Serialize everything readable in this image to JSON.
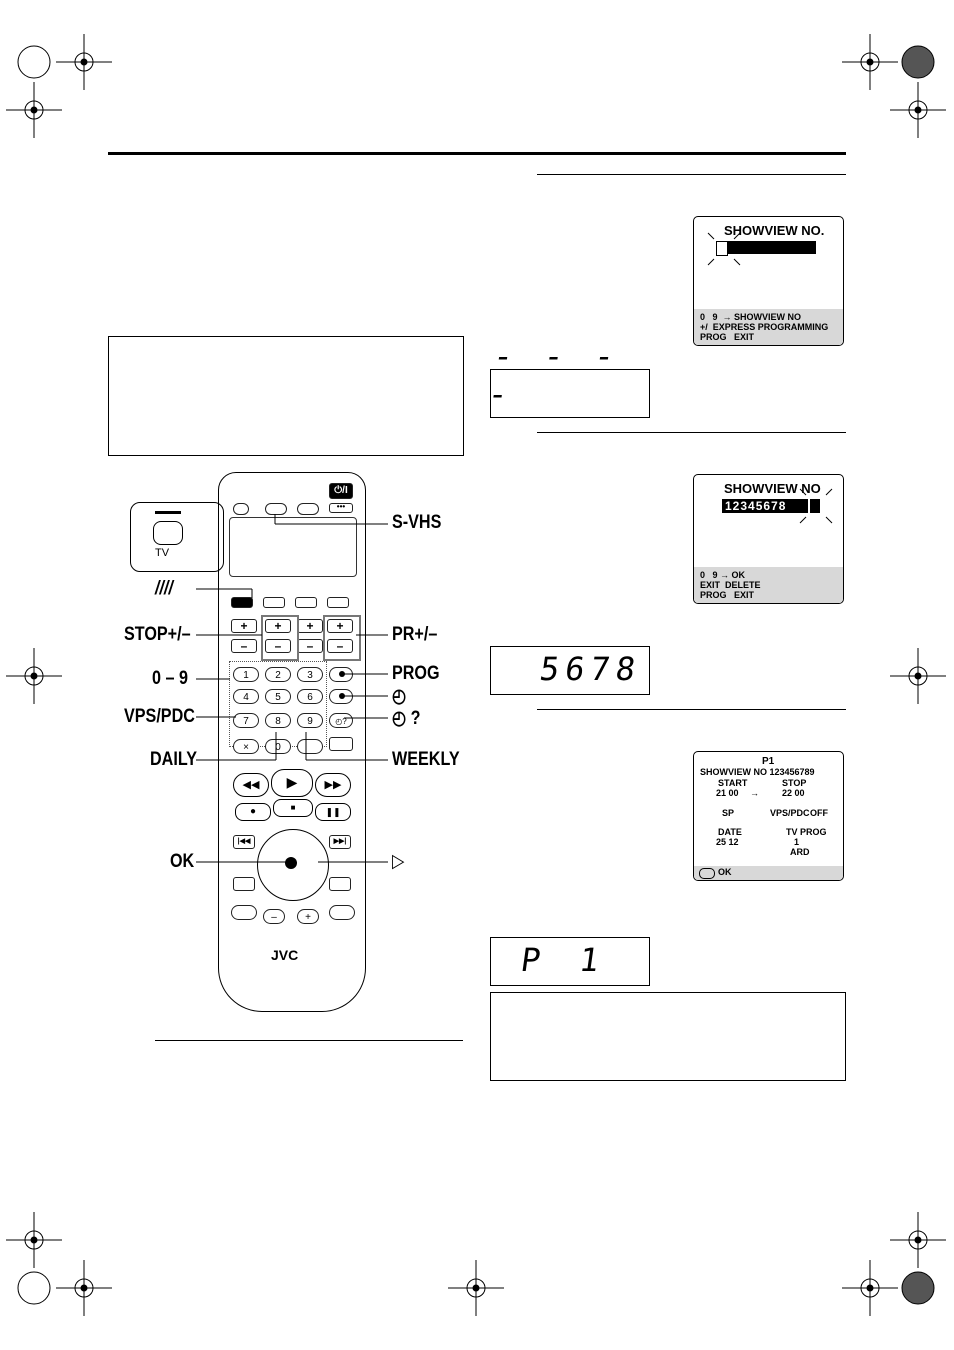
{
  "osd1": {
    "title": "SHOWVIEW NO.",
    "footer": [
      "0   9  → SHOWVIEW NO",
      "+/  EXPRESS PROGRAMMING",
      "PROG   EXIT"
    ]
  },
  "lcd1": {
    "text": "- - - -"
  },
  "osd2": {
    "title": "SHOWVIEW NO",
    "digits": "12345678",
    "footer": [
      "0   9 → OK",
      "EXIT  DELETE",
      "PROG   EXIT"
    ]
  },
  "lcd2": {
    "text": "5678"
  },
  "osd3": {
    "program": "P1",
    "showview_line": "SHOWVIEW NO 123456789",
    "start_label": "START",
    "stop_label": "STOP",
    "start_time": "21 00",
    "arrow": "→",
    "stop_time": "22 00",
    "speed": "SP",
    "vps_label": "VPS/PDC",
    "vps_value": "OFF",
    "date_label": "DATE",
    "date_value": "25 12",
    "tv_prog_label": "TV PROG",
    "tv_prog_value": "1",
    "station": "ARD",
    "footer_ok": "OK"
  },
  "lcd3": {
    "text": "P 1"
  },
  "remote": {
    "brand": "JVC",
    "power": "⏻/I",
    "tv_label": "TV",
    "num_keys": [
      "1",
      "2",
      "3",
      "4",
      "5",
      "6",
      "7",
      "8",
      "9",
      "0"
    ]
  },
  "callouts": {
    "svhs": "S-VHS",
    "slashes": "////",
    "stop": "STOP+/–",
    "pr": "PR+/–",
    "digits": "0 – 9",
    "prog": "PROG",
    "vps": "VPS/PDC",
    "daily": "DAILY",
    "weekly": "WEEKLY",
    "ok": "OK",
    "clock": "◴",
    "clock_q": "◴ ?",
    "play": "▷"
  }
}
